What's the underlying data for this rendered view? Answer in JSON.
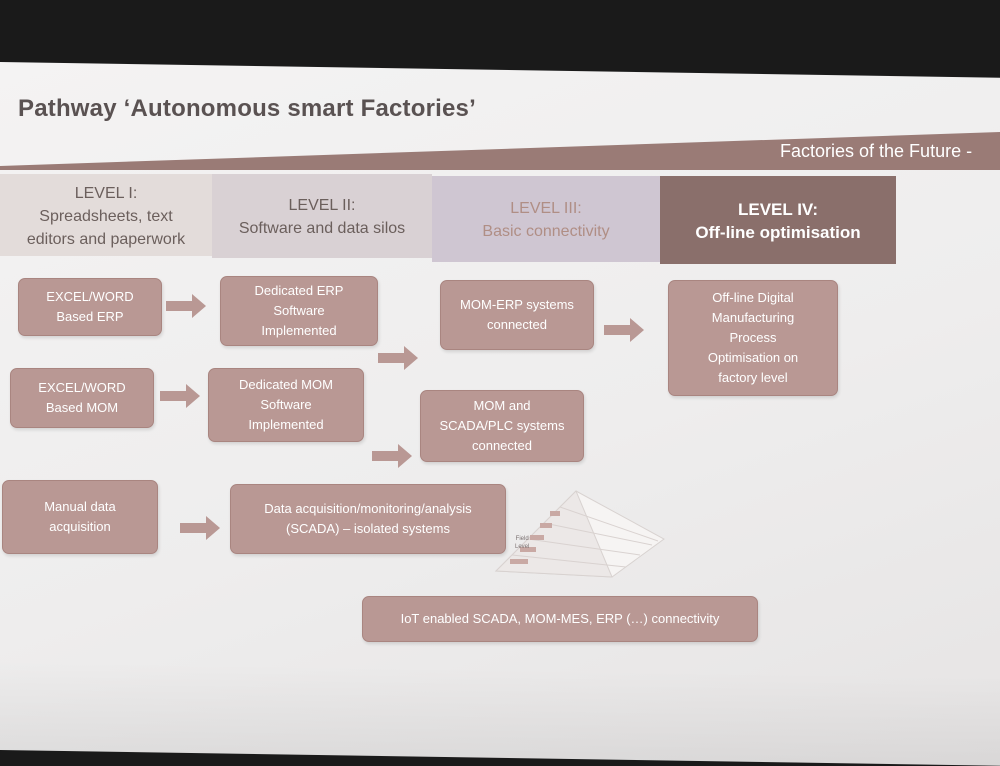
{
  "slide": {
    "title": "Pathway ‘Autonomous smart Factories’",
    "banner": "Factories of the Future -",
    "levels": [
      {
        "title": "LEVEL I:",
        "lines": [
          "Spreadsheets, text",
          "editors and paperwork"
        ]
      },
      {
        "title": "LEVEL II:",
        "lines": [
          "Software and data silos"
        ]
      },
      {
        "title": "LEVEL III:",
        "lines": [
          "Basic connectivity"
        ]
      },
      {
        "title": "LEVEL IV:",
        "lines": [
          "Off-line optimisation"
        ]
      }
    ],
    "boxes": {
      "excel_erp": [
        "EXCEL/WORD",
        "Based ERP"
      ],
      "excel_mom": [
        "EXCEL/WORD",
        "Based MOM"
      ],
      "manual": [
        "Manual data",
        "acquisition"
      ],
      "erp_sw": [
        "Dedicated ERP",
        "Software",
        "Implemented"
      ],
      "mom_sw": [
        "Dedicated MOM",
        "Software",
        "Implemented"
      ],
      "scada": [
        "Data acquisition/monitoring/analysis",
        "(SCADA) – isolated systems"
      ],
      "mom_erp": [
        "MOM-ERP systems",
        "connected"
      ],
      "mom_scada": [
        "MOM and",
        "SCADA/PLC systems",
        "connected"
      ],
      "offline": [
        "Off-line Digital",
        "Manufacturing",
        "Process",
        "Optimisation on",
        "factory level"
      ],
      "iot": [
        "IoT enabled SCADA, MOM-MES, ERP (…) connectivity"
      ]
    },
    "pyramid_label": [
      "Field",
      "Level"
    ]
  },
  "colors": {
    "box_fill": "#b99894",
    "level4_fill": "#8a6f6b",
    "banner_fill": "#9a7b76"
  }
}
